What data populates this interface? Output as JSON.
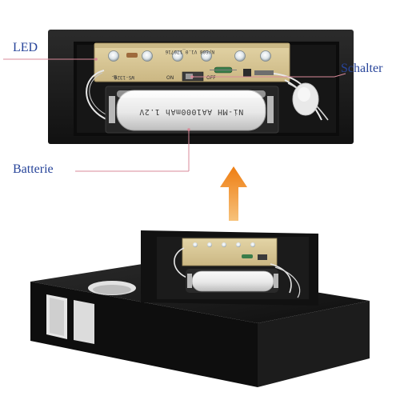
{
  "labels": {
    "led": "LED",
    "switch": "Schalter",
    "battery": "Batterie"
  },
  "pcb_text": {
    "code_top": "N/608 V1.0_170716",
    "switch_on": "ON",
    "switch_off": "OFF",
    "code_left": "WS-1326",
    "minus": "B-"
  },
  "battery_text": "Ni-MH AA1000mAh 1.2V",
  "colors": {
    "label_text": "#27449a",
    "callout_line": "#d98a9a",
    "arrow": "#f08a1c",
    "housing": "#1b1b1b",
    "pcb": "#d8c89a",
    "battery": "#ececec"
  },
  "icons": {
    "arrow": "up-arrow-icon"
  }
}
